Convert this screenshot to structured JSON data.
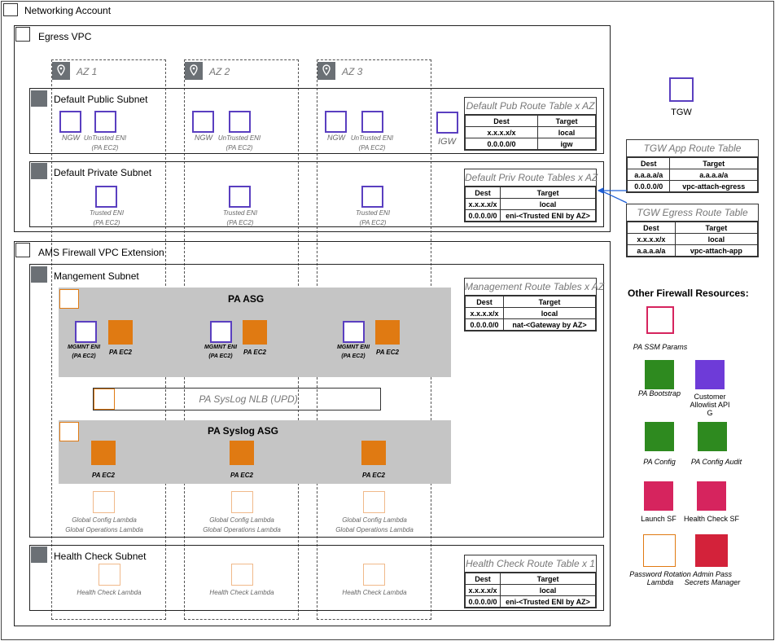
{
  "networking_account": {
    "title": "Networking Account"
  },
  "egress_vpc": {
    "title": "Egress VPC"
  },
  "azs": [
    "AZ 1",
    "AZ 2",
    "AZ 3"
  ],
  "public_subnet": {
    "title": "Default Public Subnet",
    "ngw": "NGW",
    "untrusted_eni": "UnTrusted ENI",
    "pa_ec2_paren": "(PA EC2)",
    "igw": "IGW"
  },
  "private_subnet": {
    "title": "Default Private Subnet",
    "trusted_eni": "Trusted ENI",
    "pa_ec2_paren": "(PA EC2)"
  },
  "pub_route_table": {
    "title": "Default Pub Route Table x AZ",
    "headers": [
      "Dest",
      "Target"
    ],
    "rows": [
      [
        "x.x.x.x/x",
        "local"
      ],
      [
        "0.0.0.0/0",
        "igw"
      ]
    ]
  },
  "priv_route_table": {
    "title": "Default Priv Route Tables x AZ",
    "headers": [
      "Dest",
      "Target"
    ],
    "rows": [
      [
        "x.x.x.x/x",
        "local"
      ],
      [
        "0.0.0.0/0",
        "eni-<Trusted ENI by AZ>"
      ]
    ]
  },
  "tgw": {
    "label": "TGW"
  },
  "tgw_app_route_table": {
    "title": "TGW App Route Table",
    "headers": [
      "Dest",
      "Target"
    ],
    "rows": [
      [
        "a.a.a.a/a",
        "a.a.a.a/a"
      ],
      [
        "0.0.0.0/0",
        "vpc-attach-egress"
      ]
    ]
  },
  "tgw_egress_route_table": {
    "title": "TGW Egress Route Table",
    "headers": [
      "Dest",
      "Target"
    ],
    "rows": [
      [
        "x.x.x.x/x",
        "local"
      ],
      [
        "a.a.a.a/a",
        "vpc-attach-app"
      ]
    ]
  },
  "ams_vpc": {
    "title": "AMS Firewall VPC Extension"
  },
  "mgmt_subnet": {
    "title": "Mangement Subnet",
    "pa_asg": "PA ASG",
    "mgmt_eni": "MGMNT ENI",
    "pa_ec2_paren": "(PA EC2)",
    "pa_ec2": "PA EC2",
    "nlb": "PA SysLog NLB (UPD)",
    "syslog_asg": "PA Syslog ASG",
    "global_config_lambda": "Global Config Lambda",
    "global_operations_lambda": "Global Operations Lambda"
  },
  "mgmt_route_table": {
    "title": "Management Route Tables x AZ",
    "headers": [
      "Dest",
      "Target"
    ],
    "rows": [
      [
        "x.x.x.x/x",
        "local"
      ],
      [
        "0.0.0.0/0",
        "nat-<Gateway by AZ>"
      ]
    ]
  },
  "health_subnet": {
    "title": "Health Check Subnet",
    "lambda": "Health Check Lambda"
  },
  "health_route_table": {
    "title": "Health Check Route Table x 1",
    "headers": [
      "Dest",
      "Target"
    ],
    "rows": [
      [
        "x.x.x.x/x",
        "local"
      ],
      [
        "0.0.0.0/0",
        "eni-<Trusted ENI by AZ>"
      ]
    ]
  },
  "other_resources": {
    "title": "Other Firewall Resources:",
    "ssm": "PA SSM Params",
    "bootstrap": "PA Bootstrap",
    "allowlist": "Customer Allowlist API G",
    "config": "PA Config",
    "config_audit": "PA Config Audit",
    "launch_sf": "Launch SF",
    "health_sf": "Health Check SF",
    "password_lambda": "Password Rotation Lambda",
    "admin_secrets": "Admin Pass Secrets Manager"
  }
}
